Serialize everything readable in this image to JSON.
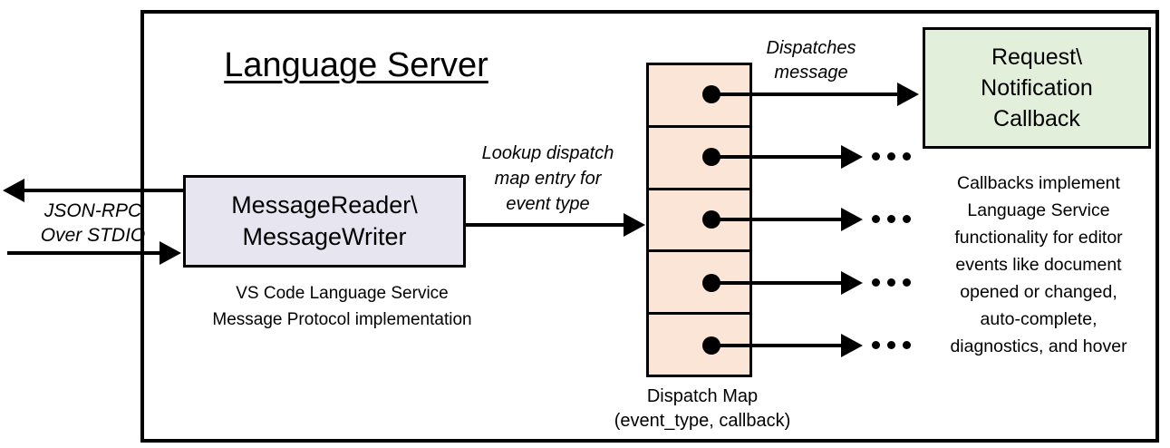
{
  "title": "Language Server",
  "io_label": "JSON-RPC\nOver STDIO",
  "message_box": {
    "label": "MessageReader\\\nMessageWriter",
    "caption": "VS Code Language Service\nMessage Protocol implementation",
    "fill": "#E7E6F0"
  },
  "lookup_label": "Lookup dispatch\nmap entry for\nevent type",
  "dispatch_map": {
    "caption": "Dispatch Map\n(event_type, callback)",
    "rows": 5,
    "fill": "#FBE5D6",
    "dispatches_label": "Dispatches\nmessage"
  },
  "callback_box": {
    "label": "Request\\\nNotification\nCallback",
    "fill": "#E2EFDA"
  },
  "callbacks_note": "Callbacks implement\nLanguage Service\nfunctionality for editor\nevents like document\nopened or changed,\nauto-complete,\ndiagnostics, and hover",
  "colors": {
    "background": "#FFFFFF",
    "line": "#000000",
    "message_box_fill": "#E7E6F0",
    "dispatch_cell_fill": "#FBE5D6",
    "callback_box_fill": "#E2EFDA"
  },
  "icons": {
    "left_arrow": "◀",
    "right_arrow": "▶",
    "ellipsis": "…",
    "dot": "●"
  }
}
